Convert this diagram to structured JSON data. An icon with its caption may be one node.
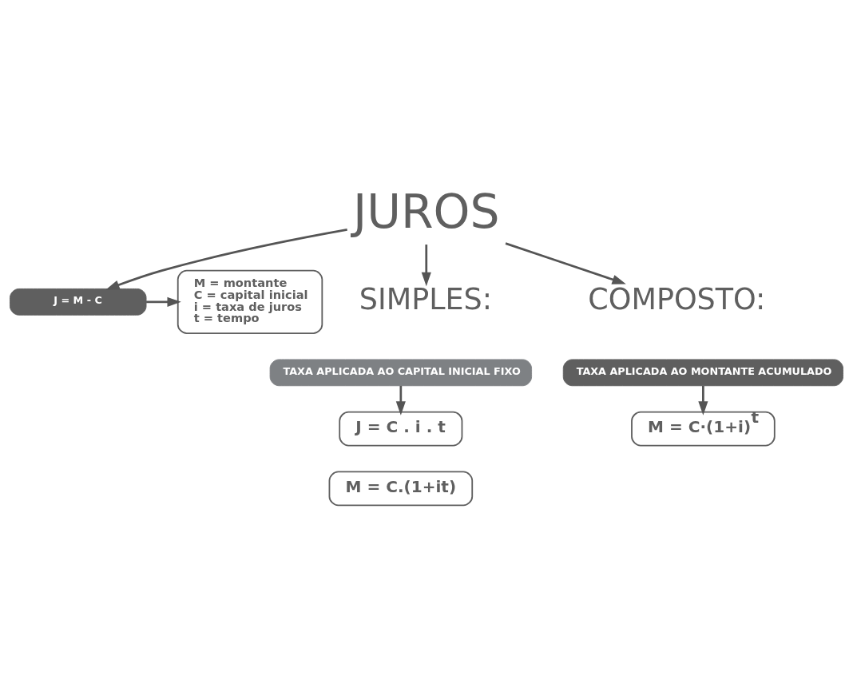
{
  "diagram": {
    "nodes": [
      {
        "text": [
          "JUROS"
        ]
      },
      {
        "text": [
          "J = M - C"
        ]
      },
      {
        "text": [
          "M = montante",
          "C = capital inicial",
          "i = taxa de juros",
          "t = tempo"
        ]
      },
      {
        "text": [
          "SIMPLES:"
        ]
      },
      {
        "text": [
          "TAXA APLICADA AO CAPITAL INICIAL FIXO"
        ]
      },
      {
        "text": [
          "J = C . i . t"
        ]
      },
      {
        "text": [
          "M = C.(1+it)"
        ]
      },
      {
        "text": [
          "COMPOSTO:"
        ]
      },
      {
        "text": [
          "TAXA APLICADA AO MONTANTE ACUMULADO"
        ]
      },
      {
        "text": [
          "M = C·(1+i)$^{t}$"
        ]
      }
    ],
    "edges": [
      {
        "from": 0,
        "to": 1,
        "arrow": "to"
      },
      {
        "from": 1,
        "to": 2,
        "arrow": "to"
      },
      {
        "from": 0,
        "to": 3,
        "arrow": "to"
      },
      {
        "from": 0,
        "to": 7,
        "arrow": "to"
      },
      {
        "from": 4,
        "to": 5,
        "arrow": "to"
      },
      {
        "from": 8,
        "to": 9,
        "arrow": "to"
      }
    ]
  }
}
